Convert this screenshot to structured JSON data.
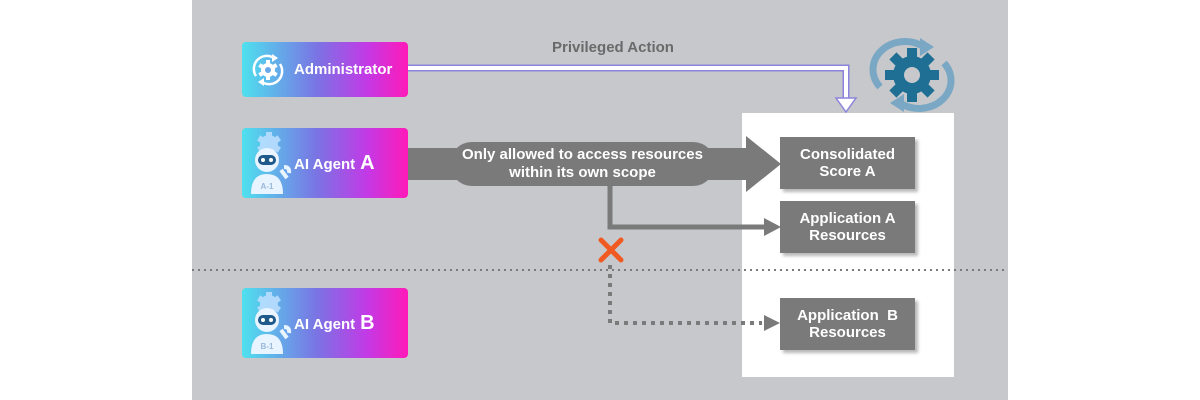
{
  "privileged_action": {
    "label": "Privileged Action"
  },
  "actors": {
    "administrator": {
      "label": "Administrator",
      "icon": "gear-sync-icon"
    },
    "agent_a": {
      "label": "AI Agent",
      "letter": "A",
      "badge": "A-1",
      "icon": "robot-wrench-icon"
    },
    "agent_b": {
      "label": "AI Agent",
      "letter": "B",
      "badge": "B-1",
      "icon": "robot-wrench-icon"
    }
  },
  "scope_note": {
    "line1": "Only allowed to access resources",
    "line2": "within its own scope"
  },
  "resources": {
    "score_a": {
      "line1": "Consolidated",
      "line2": "Score A"
    },
    "app_a": {
      "line1": "Application A",
      "line2": "Resources"
    },
    "app_b": {
      "line1": "Application  B",
      "line2": "Resources"
    }
  },
  "colors": {
    "background": "#c7c8cb",
    "arrow_gray": "#7a7a7a",
    "gradient_start": "#4ee1ee",
    "gradient_end": "#ff1ab8",
    "gear_blue": "#1f6e93",
    "cycle_arrows": "#7aa8c4",
    "blocked_x": "#f05a22",
    "privileged_arrow": "#ffffff"
  }
}
